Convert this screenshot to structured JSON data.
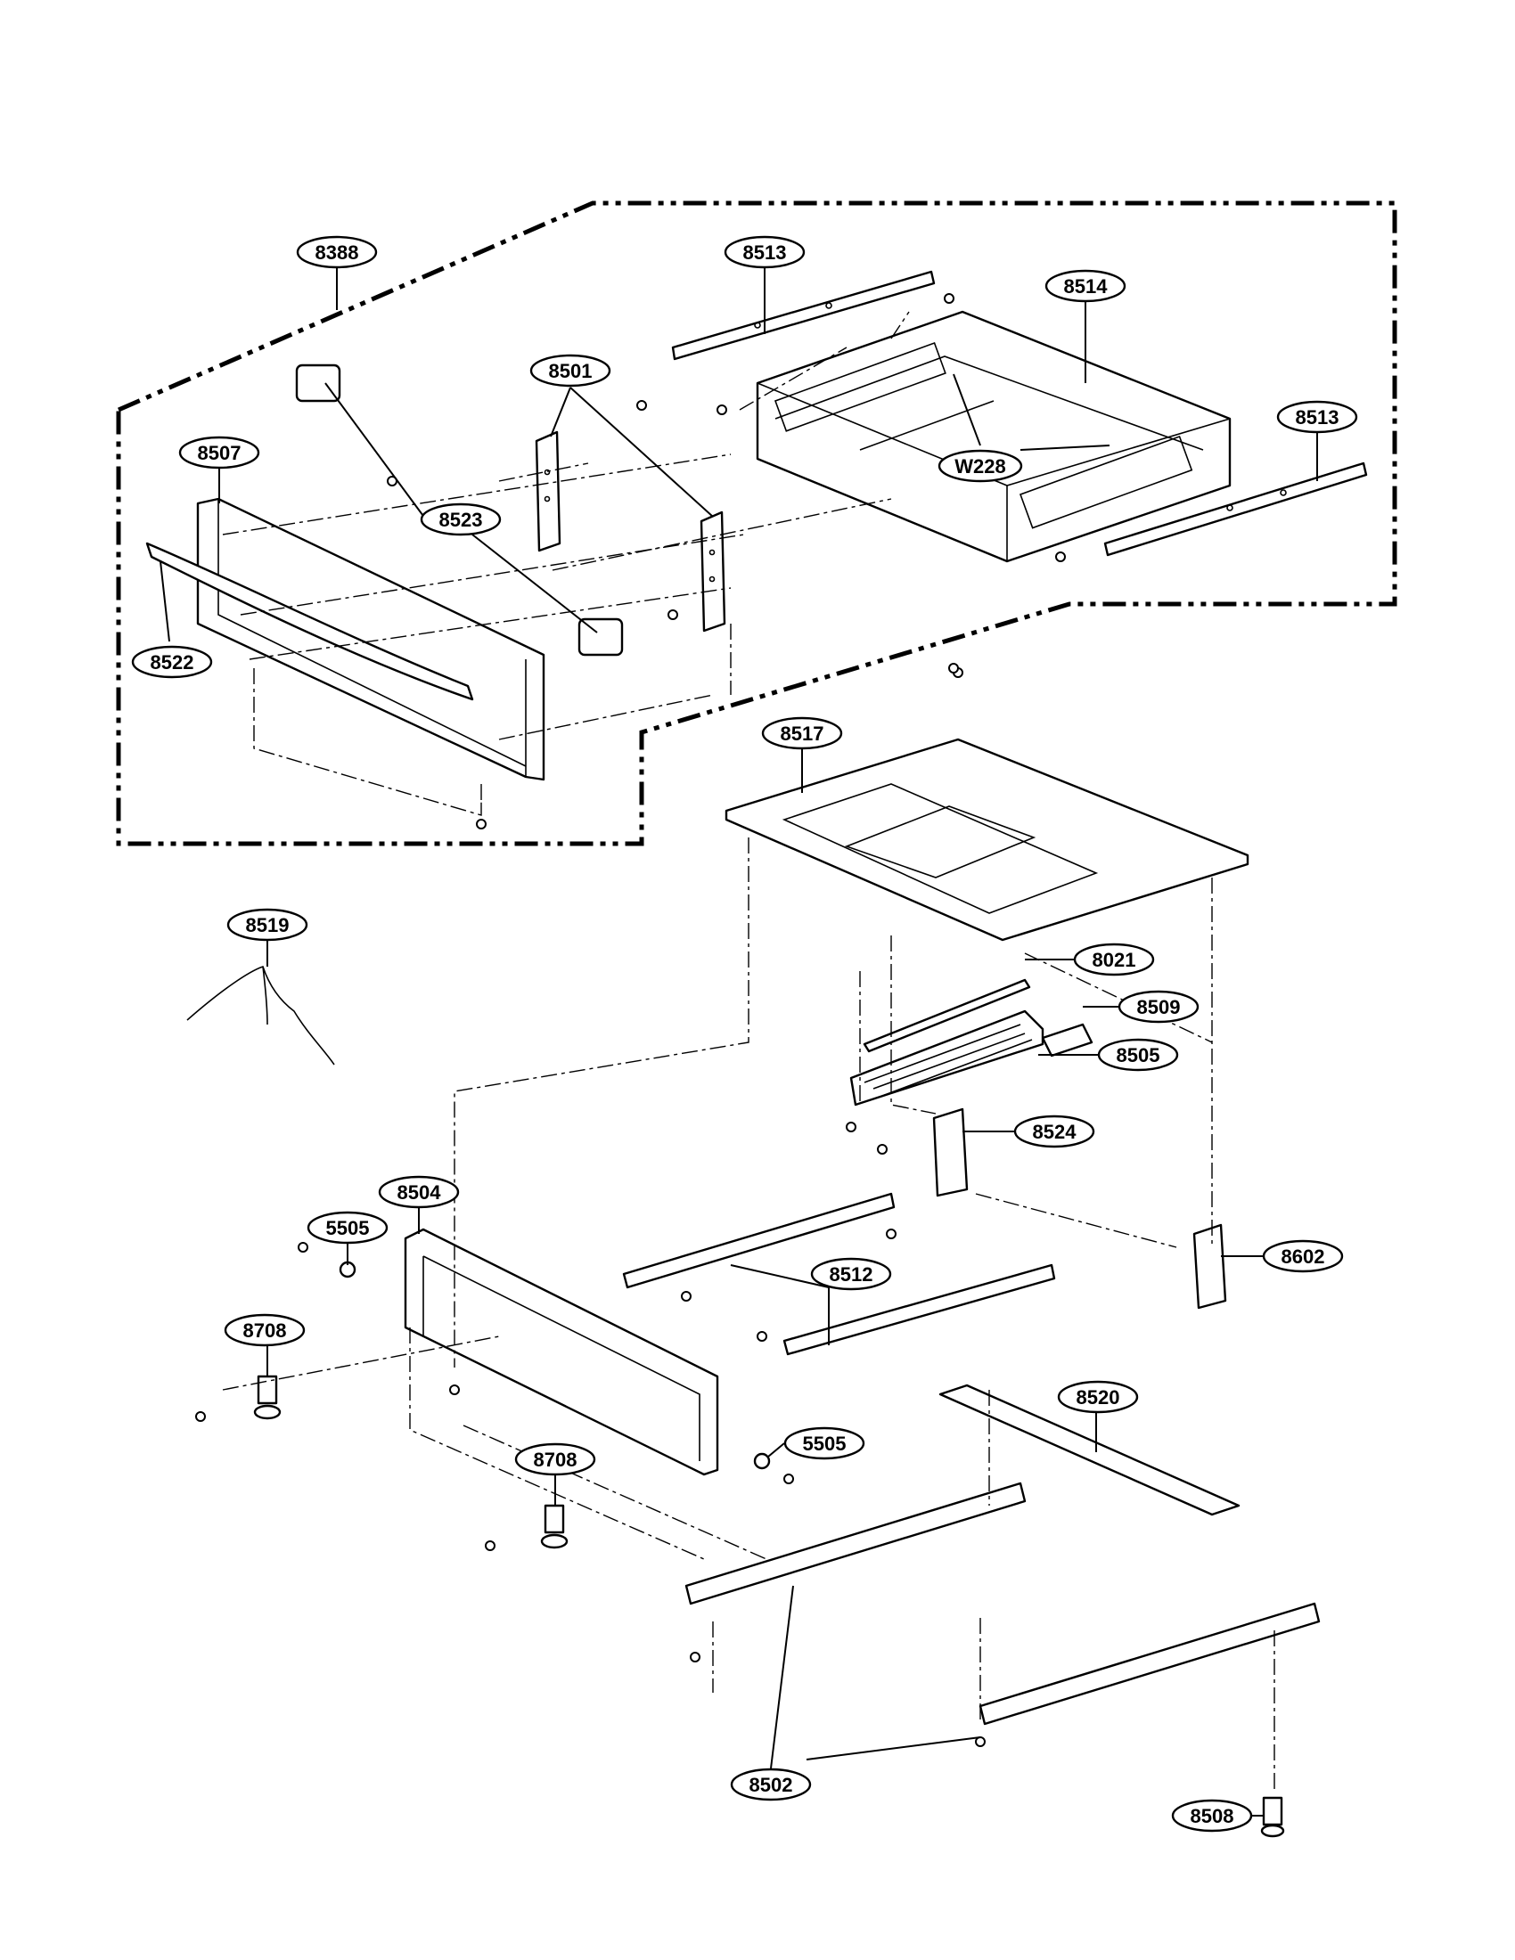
{
  "colors": {
    "line": "#000000",
    "background": "#ffffff"
  },
  "labels": [
    {
      "id": "8388"
    },
    {
      "id": "8513a",
      "text": "8513"
    },
    {
      "id": "8514"
    },
    {
      "id": "8501"
    },
    {
      "id": "8507"
    },
    {
      "id": "8523"
    },
    {
      "id": "8513b",
      "text": "8513"
    },
    {
      "id": "W228"
    },
    {
      "id": "8522"
    },
    {
      "id": "8517"
    },
    {
      "id": "8519"
    },
    {
      "id": "8021"
    },
    {
      "id": "8509"
    },
    {
      "id": "8505"
    },
    {
      "id": "8524"
    },
    {
      "id": "8504"
    },
    {
      "id": "5505a",
      "text": "5505"
    },
    {
      "id": "8602"
    },
    {
      "id": "8512"
    },
    {
      "id": "8708a",
      "text": "8708"
    },
    {
      "id": "8520"
    },
    {
      "id": "5505b",
      "text": "5505"
    },
    {
      "id": "8708b",
      "text": "8708"
    },
    {
      "id": "8502"
    },
    {
      "id": "8508"
    }
  ]
}
